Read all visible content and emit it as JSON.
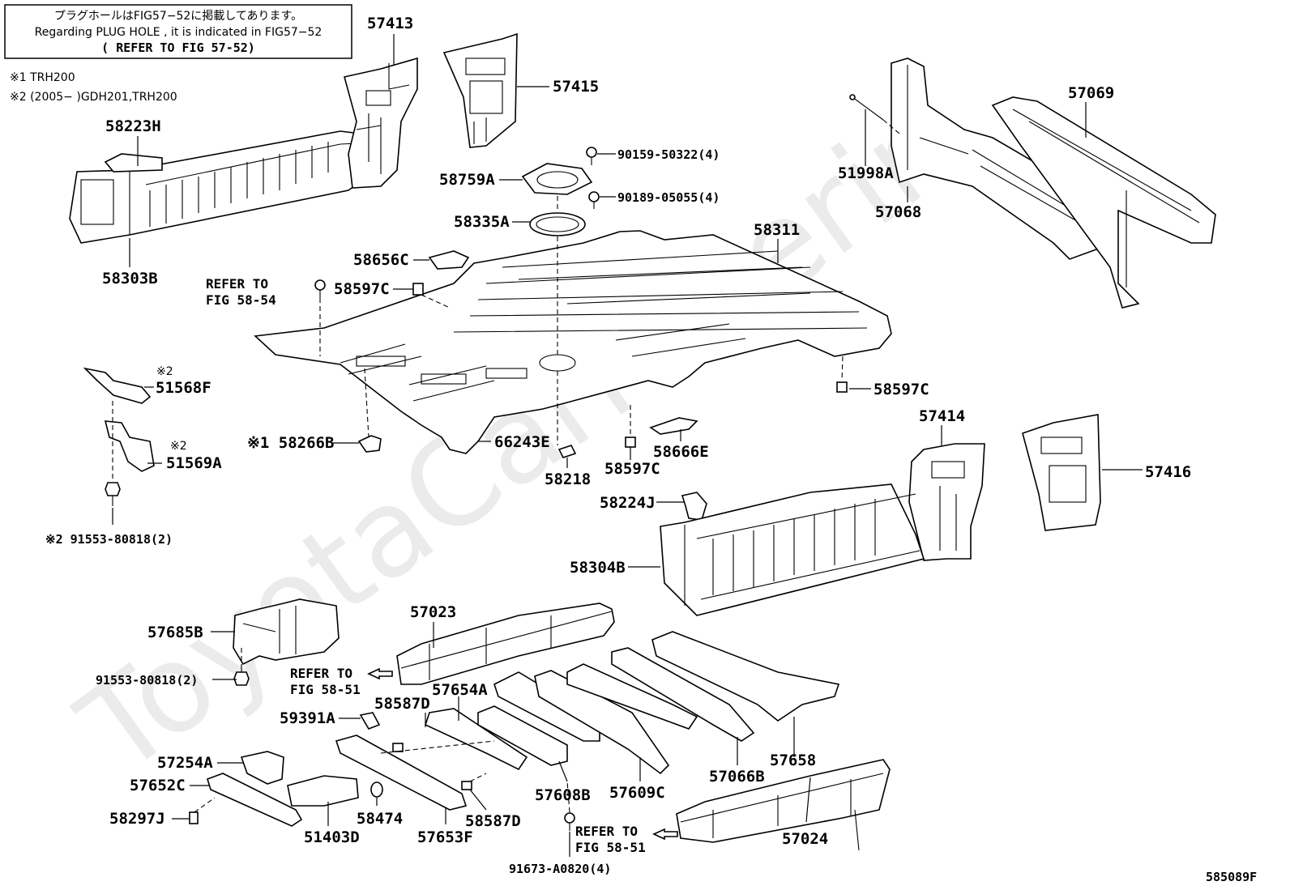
{
  "note": {
    "line1": "プラグホールはFIG57−52に掲載してあります。",
    "line2": "Regarding PLUG HOLE , it is indicated in FIG57−52",
    "line3": "( REFER TO FIG 57-52)"
  },
  "legend": {
    "item1": "※1 TRH200",
    "item2": "※2 (2005−    )GDH201,TRH200"
  },
  "watermark": "ToyotaCarNinerin",
  "figure_id": "585089F",
  "refs": {
    "r1_line1": "REFER TO",
    "r1_line2": "FIG 58-54",
    "r2_line1": "REFER TO",
    "r2_line2": "FIG 58-51",
    "r3_line1": "REFER TO",
    "r3_line2": "FIG 58-51"
  },
  "labels": {
    "p57413": "57413",
    "p57415": "57415",
    "p58223H": "58223H",
    "p58303B": "58303B",
    "p90159": "90159-50322(4)",
    "p58759A": "58759A",
    "p90189": "90189-05055(4)",
    "p58335A": "58335A",
    "p58311": "58311",
    "p58656C": "58656C",
    "p58597C_a": "58597C",
    "p58597C_b": "58597C",
    "p58597C_c": "58597C",
    "p51568F": "51568F",
    "p51569A": "51569A",
    "mark2_a": "※2",
    "mark2_b": "※2",
    "p91553_a": "※2 91553-80818(2)",
    "p58266B": "※1 58266B",
    "p66243E": "66243E",
    "p58218": "58218",
    "p58666E": "58666E",
    "p51998A": "51998A",
    "p57068": "57068",
    "p57069": "57069",
    "p57414": "57414",
    "p57416": "57416",
    "p58224J": "58224J",
    "p58304B": "58304B",
    "p57685B": "57685B",
    "p91553_b": "91553-80818(2)",
    "p57023": "57023",
    "p58587D_a": "58587D",
    "p57654A": "57654A",
    "p59391A": "59391A",
    "p57254A": "57254A",
    "p57652C": "57652C",
    "p58297J": "58297J",
    "p51403D": "51403D",
    "p58474": "58474",
    "p57653F": "57653F",
    "p58587D_b": "58587D",
    "p91673": "91673-A0820(4)",
    "p57608B": "57608B",
    "p57609C": "57609C",
    "p57066B": "57066B",
    "p57658": "57658",
    "p57024": "57024"
  }
}
